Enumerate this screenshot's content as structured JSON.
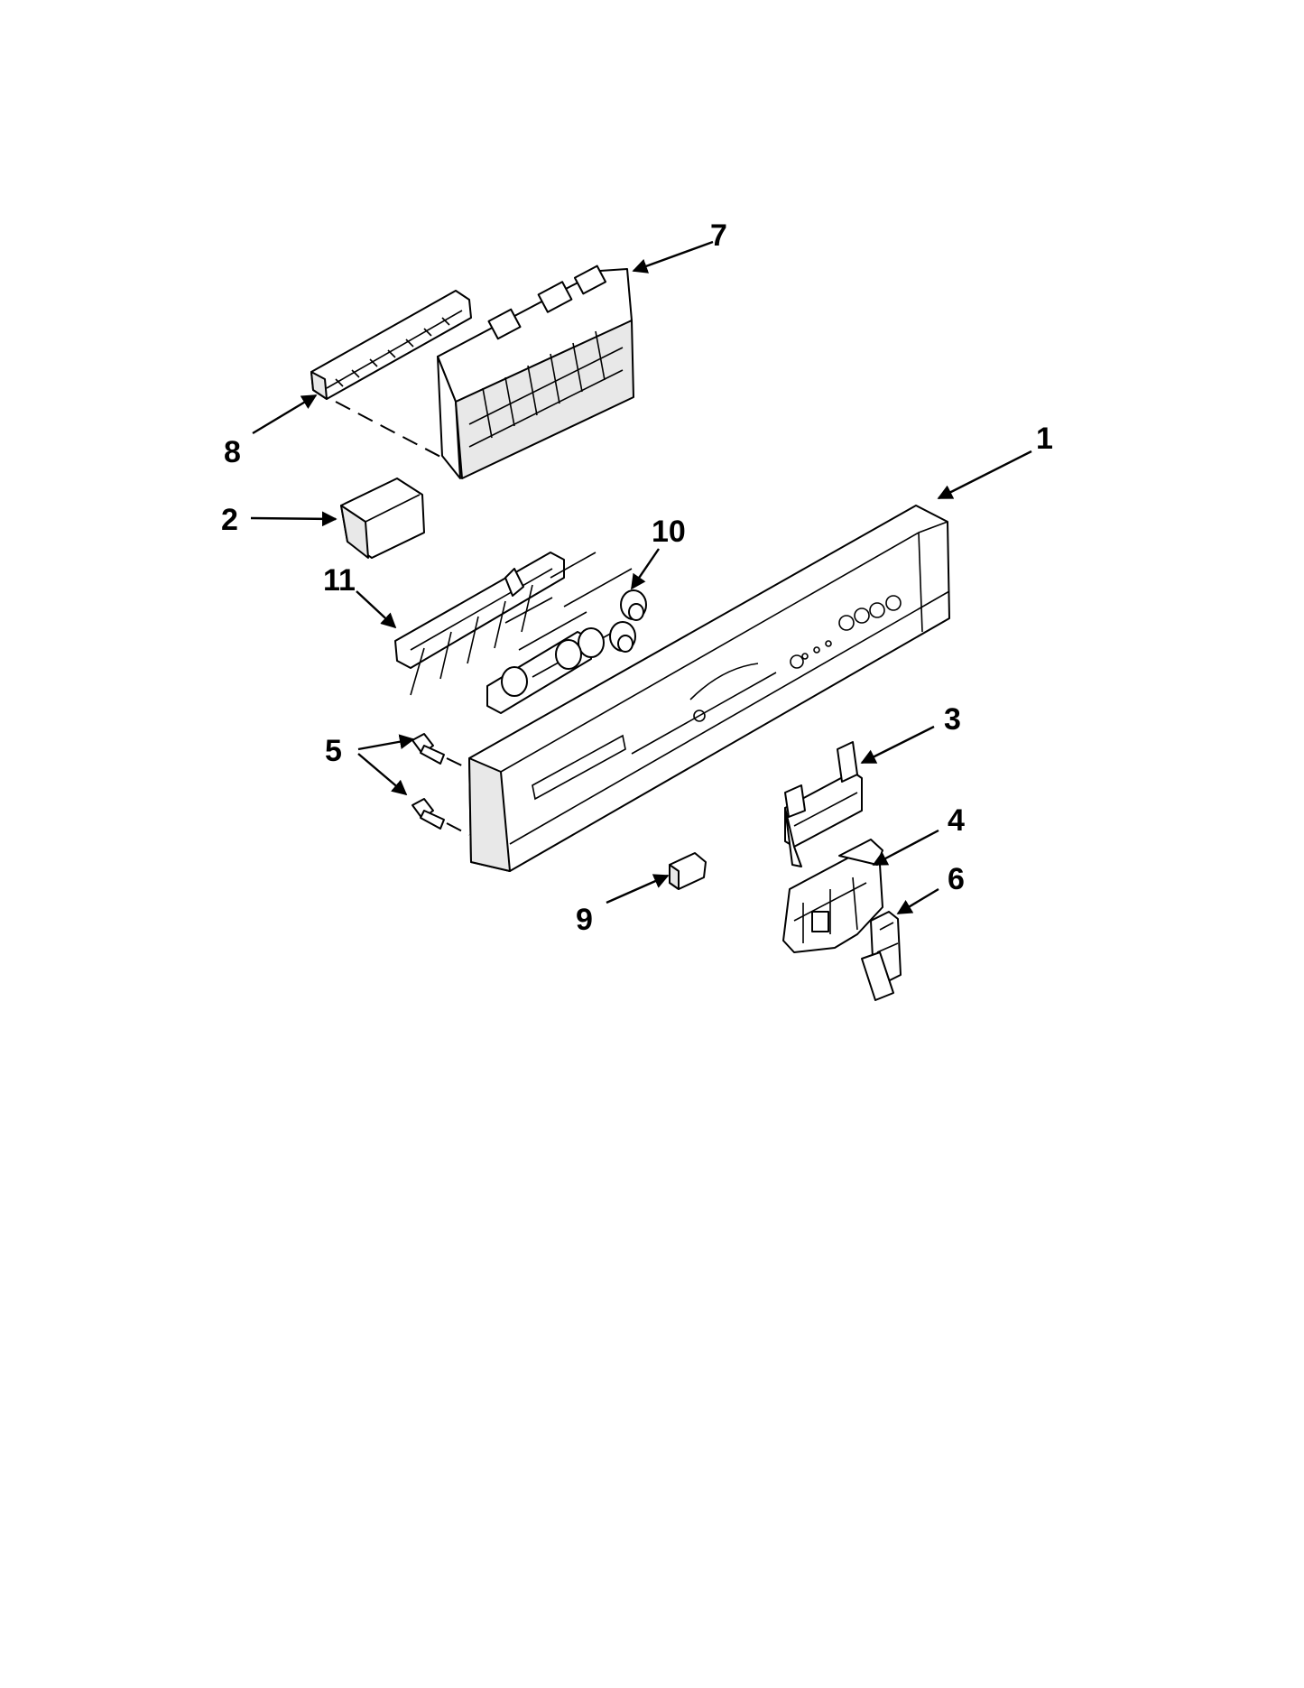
{
  "callouts": {
    "c1": "1",
    "c2": "2",
    "c3": "3",
    "c4": "4",
    "c5": "5",
    "c6": "6",
    "c7": "7",
    "c8": "8",
    "c9": "9",
    "c10": "10",
    "c11": "11"
  },
  "colors": {
    "line": "#000000",
    "background": "#ffffff",
    "shade": "#e8e8e8"
  }
}
